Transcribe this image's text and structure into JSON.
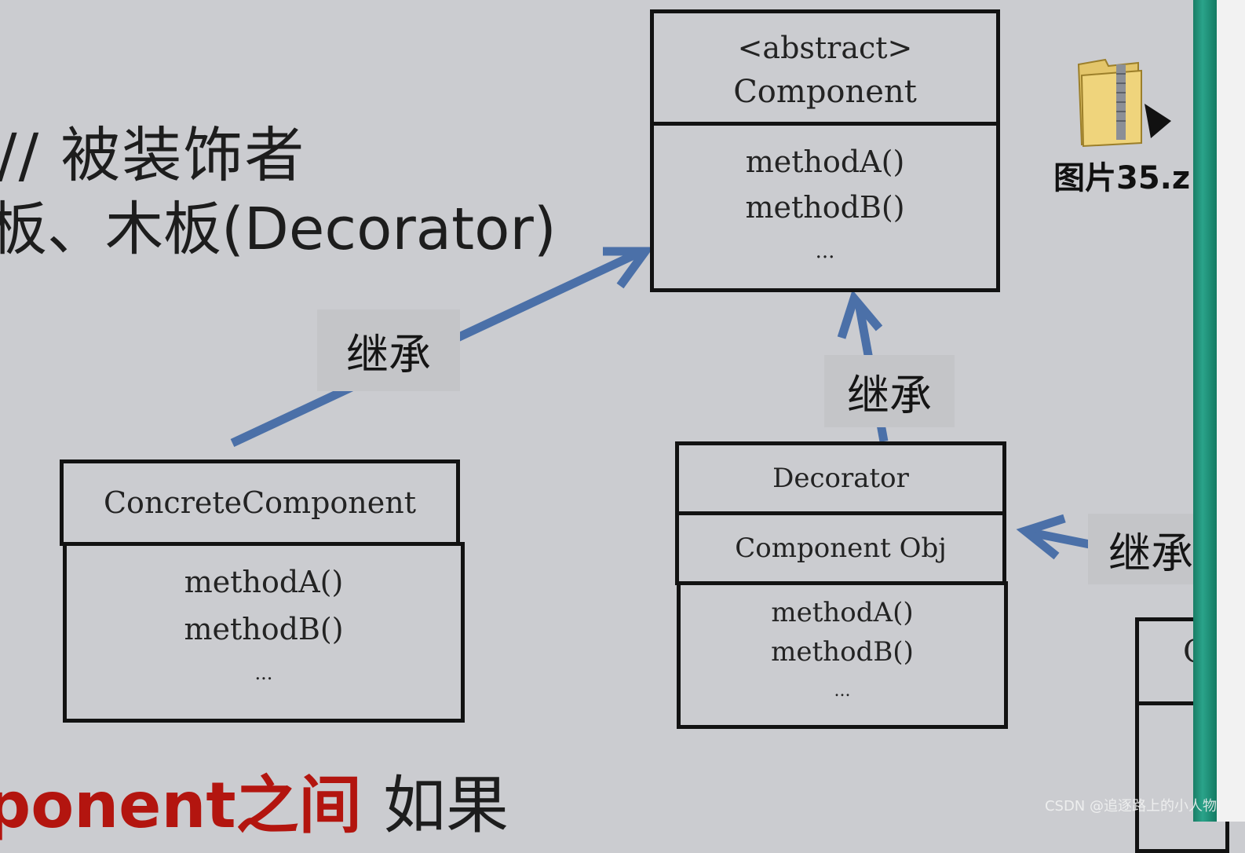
{
  "slide_text": {
    "line1": "// 被装饰者",
    "line2": "板、木板(Decorator)",
    "bottom_red": "ponent之间",
    "bottom_dark": "如果"
  },
  "component_box": {
    "stereotype": "<abstract>",
    "name": "Component",
    "methods": [
      "methodA()",
      "methodB()",
      "..."
    ]
  },
  "concrete_box": {
    "name": "ConcreteComponent",
    "methods": [
      "methodA()",
      "methodB()",
      "..."
    ]
  },
  "decorator_box": {
    "name": "Decorator",
    "attribute": "Component Obj",
    "methods": [
      "methodA()",
      "methodB()",
      "..."
    ]
  },
  "relation_labels": [
    "继承",
    "继承",
    "继承"
  ],
  "partial_box_text": "C",
  "desktop_file": {
    "label": "图片35.z",
    "icon": "zip-folder-icon"
  },
  "watermark": "CSDN @追逐路上的小人物",
  "colors": {
    "background": "#cbccd0",
    "arrow": "#4b70a8",
    "accent_red": "#b3150f",
    "label_bg": "#c4c5c8"
  }
}
